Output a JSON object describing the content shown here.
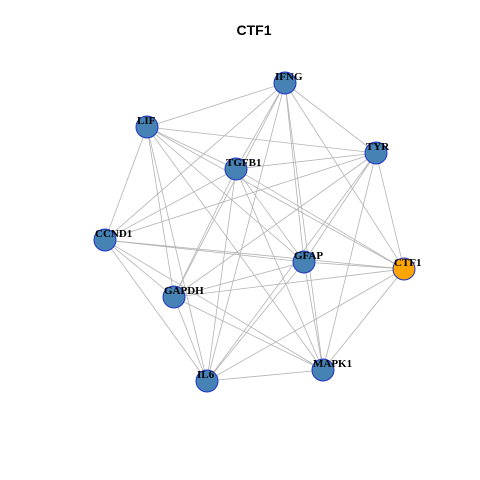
{
  "title": "CTF1",
  "colors": {
    "node_default": "#4682b4",
    "node_highlight": "#ffa500",
    "node_border": "#1f33c8",
    "edge": "#b3b3b3"
  },
  "nodes": [
    {
      "id": "IFNG",
      "label": "IFNG",
      "highlight": false
    },
    {
      "id": "LIF",
      "label": "LIF",
      "highlight": false
    },
    {
      "id": "TYR",
      "label": "TYR",
      "highlight": false
    },
    {
      "id": "TGFB1",
      "label": "TGFB1",
      "highlight": false
    },
    {
      "id": "CCND1",
      "label": "CCND1",
      "highlight": false
    },
    {
      "id": "GFAP",
      "label": "GFAP",
      "highlight": false
    },
    {
      "id": "CTF1",
      "label": "CTF1",
      "highlight": true
    },
    {
      "id": "GAPDH",
      "label": "GAPDH",
      "highlight": false
    },
    {
      "id": "MAPK1",
      "label": "MAPK1",
      "highlight": false
    },
    {
      "id": "IL6",
      "label": "IL6",
      "highlight": false
    }
  ],
  "edges": [
    [
      "IFNG",
      "LIF"
    ],
    [
      "IFNG",
      "TYR"
    ],
    [
      "IFNG",
      "TGFB1"
    ],
    [
      "IFNG",
      "CCND1"
    ],
    [
      "IFNG",
      "GFAP"
    ],
    [
      "IFNG",
      "CTF1"
    ],
    [
      "IFNG",
      "GAPDH"
    ],
    [
      "IFNG",
      "MAPK1"
    ],
    [
      "IFNG",
      "IL6"
    ],
    [
      "LIF",
      "TYR"
    ],
    [
      "LIF",
      "TGFB1"
    ],
    [
      "LIF",
      "CCND1"
    ],
    [
      "LIF",
      "GFAP"
    ],
    [
      "LIF",
      "CTF1"
    ],
    [
      "LIF",
      "GAPDH"
    ],
    [
      "LIF",
      "MAPK1"
    ],
    [
      "LIF",
      "IL6"
    ],
    [
      "TYR",
      "TGFB1"
    ],
    [
      "TYR",
      "CCND1"
    ],
    [
      "TYR",
      "GFAP"
    ],
    [
      "TYR",
      "CTF1"
    ],
    [
      "TYR",
      "GAPDH"
    ],
    [
      "TYR",
      "MAPK1"
    ],
    [
      "TYR",
      "IL6"
    ],
    [
      "TGFB1",
      "CCND1"
    ],
    [
      "TGFB1",
      "GFAP"
    ],
    [
      "TGFB1",
      "CTF1"
    ],
    [
      "TGFB1",
      "GAPDH"
    ],
    [
      "TGFB1",
      "MAPK1"
    ],
    [
      "TGFB1",
      "IL6"
    ],
    [
      "CCND1",
      "GFAP"
    ],
    [
      "CCND1",
      "CTF1"
    ],
    [
      "CCND1",
      "GAPDH"
    ],
    [
      "CCND1",
      "MAPK1"
    ],
    [
      "CCND1",
      "IL6"
    ],
    [
      "GFAP",
      "CTF1"
    ],
    [
      "GFAP",
      "GAPDH"
    ],
    [
      "GFAP",
      "MAPK1"
    ],
    [
      "GFAP",
      "IL6"
    ],
    [
      "CTF1",
      "GAPDH"
    ],
    [
      "CTF1",
      "MAPK1"
    ],
    [
      "CTF1",
      "IL6"
    ],
    [
      "GAPDH",
      "MAPK1"
    ],
    [
      "GAPDH",
      "IL6"
    ],
    [
      "MAPK1",
      "IL6"
    ]
  ]
}
